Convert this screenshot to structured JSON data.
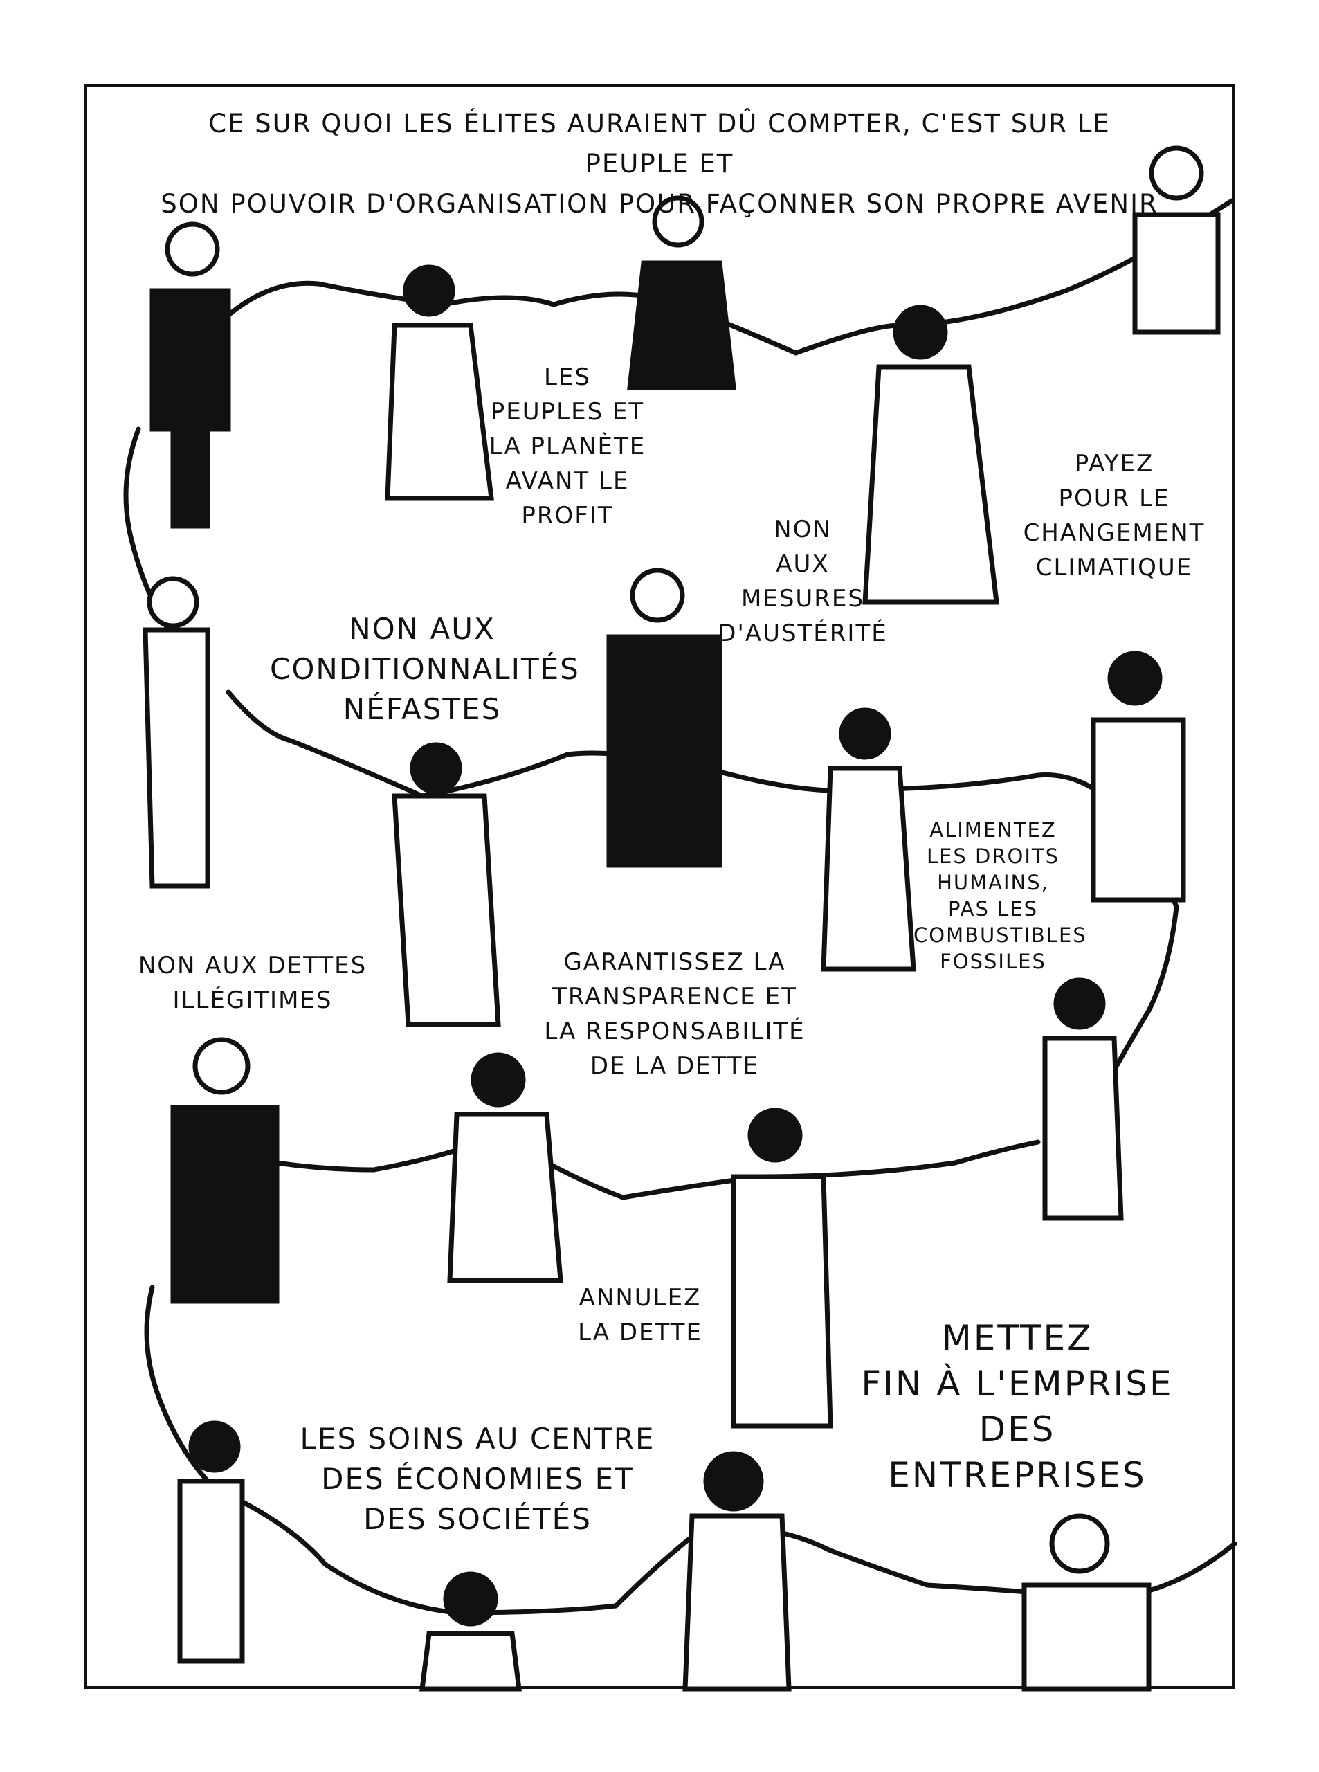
{
  "header": "CE SUR QUOI LES ÉLITES AURAIENT DÛ COMPTER, C'EST SUR LE PEUPLE ET\nSON POUVOIR D'ORGANISATION POUR FAÇONNER SON PROPRE AVENIR",
  "slogans": {
    "peoples_planet": "LES\nPEUPLES ET\nLA PLANÈTE\nAVANT LE\nPROFIT",
    "pay_climate": "PAYEZ\nPOUR LE\nCHANGEMENT\nCLIMATIQUE",
    "no_austerity": "NON\nAUX\nMESURES\nD'AUSTÉRITÉ",
    "no_conditionalities": "NON AUX\nCONDITIONNALITÉS\nNÉFASTES",
    "human_rights": "ALIMENTEZ\nLES DROITS\nHUMAINS,\nPAS LES\nCOMBUSTIBLES\nFOSSILES",
    "illegitimate_debts": "NON AUX DETTES\nILLÉGITIMES",
    "transparency": "GARANTISSEZ LA\nTRANSPARENCE ET\nLA RESPONSABILITÉ\nDE LA DETTE",
    "cancel_debt": "ANNULEZ\nLA DETTE",
    "corporate_capture": "METTEZ\nFIN À L'EMPRISE\nDES ENTREPRISES",
    "care_center": "LES SOINS AU CENTRE\nDES ÉCONOMIES ET\nDES SOCIÉTÉS"
  },
  "colors": {
    "ink": "#111111",
    "paper": "#ffffff"
  }
}
